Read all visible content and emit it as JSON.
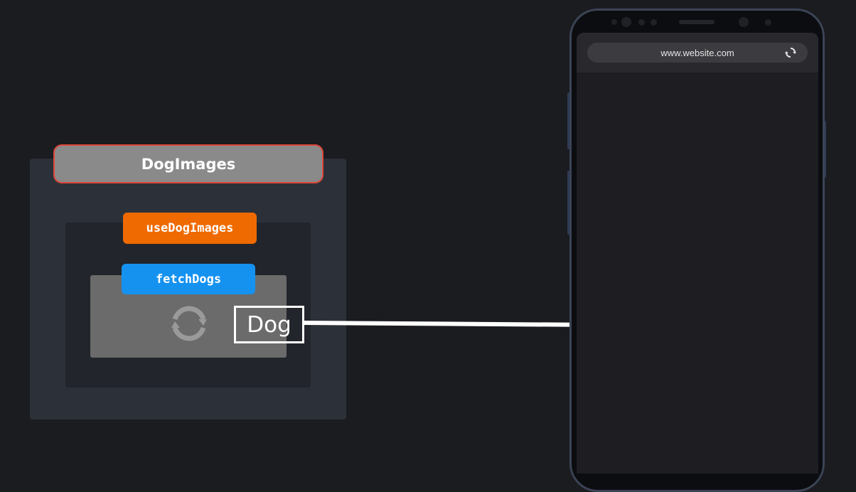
{
  "diagram": {
    "component_name": "DogImages",
    "hook_name": "useDogImages",
    "fetch_name": "fetchDogs",
    "result_label": "Dog"
  },
  "phone": {
    "url": "www.website.com"
  },
  "icons": {
    "loading": "refresh-icon",
    "reload": "reload-icon"
  },
  "colors": {
    "background": "#1b1c20",
    "component_border": "#e0473a",
    "hook": "#ef6a00",
    "fetch": "#1592f0"
  }
}
